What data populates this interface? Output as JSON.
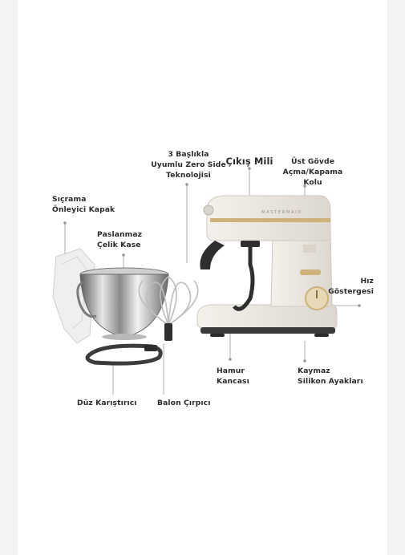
{
  "labels": {
    "three_head": "3 Başlıkla\nUyumlu Zero Side\nTeknolojisi",
    "output_shaft": "Çıkış Mili",
    "upper_body": "Üst Gövde\nAçma/Kapama\nKolu",
    "splash_lid": "Sıçrama\nÖnleyici Kapak",
    "steel_bowl": "Paslanmaz\nÇelik Kase",
    "speed_indicator": "Hız\nGöstergesi",
    "dough_hook": "Hamur\nKancası",
    "non_slip_feet": "Kaymaz\nSilikon Ayakları",
    "flat_beater": "Düz Karıştırıcı",
    "balloon_whisk": "Balon Çırpıcı"
  },
  "product": {
    "brand_mark": "MASTERMAID"
  },
  "colors": {
    "body": "#ece8e2",
    "accent_gold": "#cdb27a",
    "base_dark": "#3a3a3a",
    "text": "#2a2a2a",
    "leader_line": "#9a9a9a"
  }
}
